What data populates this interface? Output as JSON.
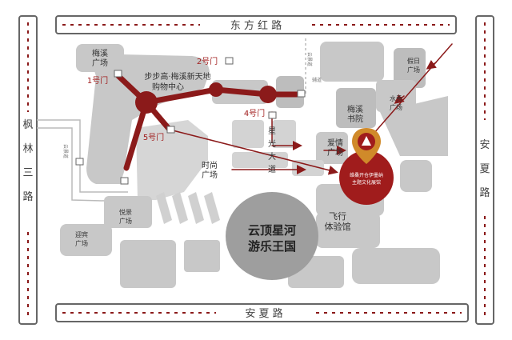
{
  "roads": {
    "north": "东 方 红 路",
    "south": "安 夏 路",
    "west": [
      "枫",
      "林",
      "三",
      "路"
    ],
    "east": [
      "安",
      "夏",
      "路"
    ]
  },
  "small_roads": {
    "yunjing_east": "云景道",
    "yunjing_west": "云景道",
    "side": "辅道"
  },
  "places": {
    "meixi_square": [
      "梅溪",
      "广场"
    ],
    "mall": [
      "步步高·梅溪新天地",
      "购物中心"
    ],
    "gate1": "1号门",
    "gate2": "2号门",
    "gate4": "4号门",
    "gate5": "5号门",
    "holiday_square": [
      "假日",
      "广场"
    ],
    "water_square": [
      "水秀",
      "广场"
    ],
    "meixi_library": [
      "梅溪",
      "书院"
    ],
    "love_square": [
      "爱情",
      "广场"
    ],
    "xingguang_avenue": [
      "星",
      "光",
      "大",
      "道"
    ],
    "fashion_square": [
      "时尚",
      "广场"
    ],
    "youjing_square": [
      "悦景",
      "广场"
    ],
    "yingbin_square": [
      "迎宾",
      "广场"
    ],
    "flight_hall": [
      "飞行",
      "体验馆"
    ],
    "yunding_park": [
      "云顶星河",
      "游乐王国"
    ],
    "venue": [
      "维桑开仓伊墨纳",
      "主题文化展馆"
    ]
  },
  "colors": {
    "route": "#8b1a1a",
    "road": "#555555",
    "block": "#c8c8c8",
    "venue": "#a01c1c",
    "pin": "#d08a2a"
  }
}
